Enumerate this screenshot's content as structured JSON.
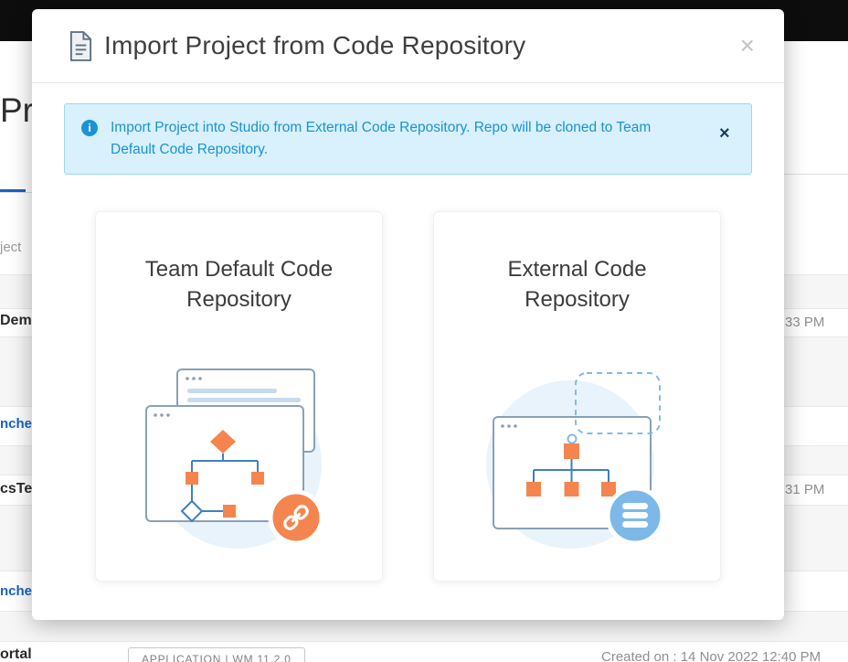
{
  "background": {
    "heading": "Pro",
    "search_fragment": "ject",
    "project1_name": "Demo",
    "project1_time": "33 PM",
    "project1_link": "nche",
    "project2_name": "csTe",
    "project2_time": "31 PM",
    "project2_link": "nche",
    "project3_name": "ortal",
    "project3_badge": "APPLICATION | WM 11.2.0",
    "project3_created": "Created on : 14 Nov 2022 12:40 PM"
  },
  "modal": {
    "title": "Import Project from Code Repository",
    "close": "×",
    "alert": {
      "info_icon": "i",
      "text": "Import Project into Studio from External Code Repository. Repo will be cloned to Team Default Code Repository.",
      "close": "×"
    },
    "cards": [
      {
        "title": "Team Default Code Repository"
      },
      {
        "title": "External Code Repository"
      }
    ]
  },
  "colors": {
    "alert_bg": "#d8f1fd",
    "alert_text": "#1b93d2",
    "orange": "#f5854f",
    "badge_blue": "#7cb9e8",
    "link_blue": "#1664c0",
    "tab_indicator": "#1665c1"
  }
}
